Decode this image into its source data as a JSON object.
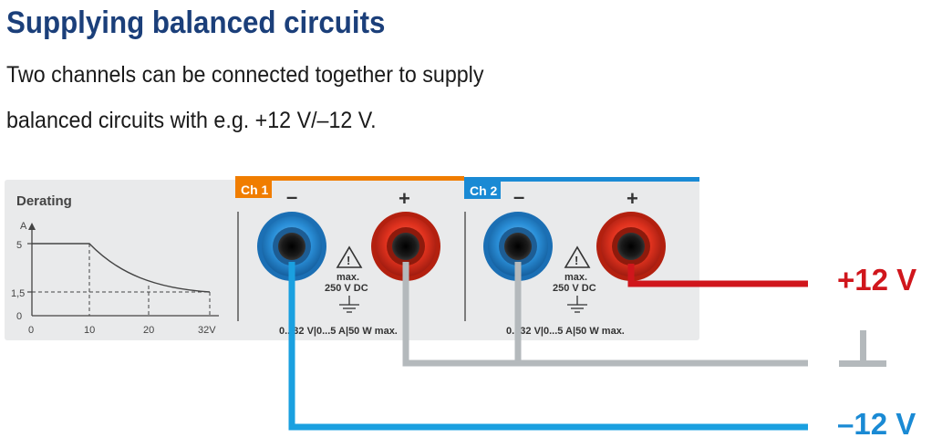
{
  "header": {
    "title": "Supplying balanced circuits",
    "line1": "Two channels can be connected together to supply",
    "line2": "balanced circuits with e.g. +12 V/–12 V."
  },
  "panel": {
    "derating": {
      "title": "Derating",
      "y_unit": "A",
      "y_ticks": [
        "5",
        "1,5",
        "0"
      ],
      "x_ticks": [
        "0",
        "10",
        "20",
        "32V"
      ]
    },
    "ch1": {
      "label": "Ch 1",
      "minus": "–",
      "plus": "+",
      "warn1": "max.",
      "warn2": "250 V DC",
      "spec": "0...32 V|0...5 A|50 W max."
    },
    "ch2": {
      "label": "Ch 2",
      "minus": "–",
      "plus": "+",
      "warn1": "max.",
      "warn2": "250 V DC",
      "spec": "0...32 V|0...5 A|50 W max."
    }
  },
  "outputs": {
    "positive": "+12 V",
    "negative": "–12 V"
  },
  "colors": {
    "title": "#1b3f7a",
    "ch1_accent": "#f07d00",
    "ch2_accent": "#1a8ad4",
    "positive_wire": "#d0161c",
    "negative_wire": "#1aa0e0",
    "ground_wire": "#b4b9bc",
    "panel": "#e9eaeb"
  }
}
